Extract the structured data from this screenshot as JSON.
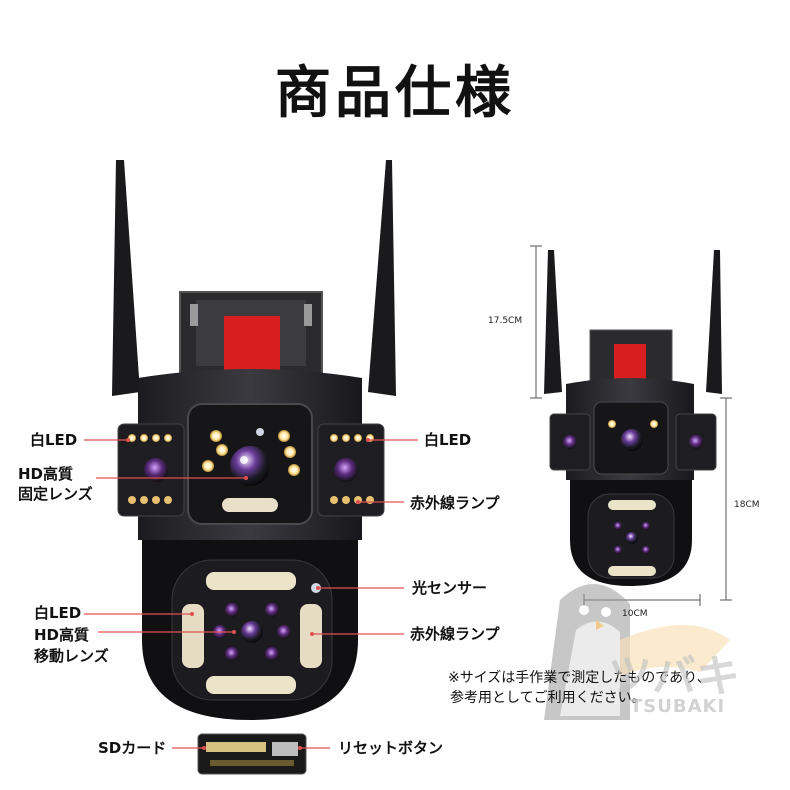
{
  "title": "商品仕様",
  "labels": {
    "white_led_left": "白LED",
    "hd_fixed_lens_line1": "HD高質",
    "hd_fixed_lens_line2": "固定レンズ",
    "white_led_right": "白LED",
    "ir_lamp_top": "赤外線ランプ",
    "light_sensor": "光センサー",
    "white_led_lower": "白LED",
    "hd_moving_lens_line1": "HD高質",
    "hd_moving_lens_line2": "移動レンズ",
    "ir_lamp_lower": "赤外線ランプ",
    "sd_card": "SDカード",
    "reset_button": "リセットボタン"
  },
  "dimensions": {
    "height_top": "17.5CM",
    "height_bottom": "18CM",
    "width": "10CM"
  },
  "note": {
    "line1": "※サイズは手作業で測定したものであり、",
    "line2": "参考用としてご利用ください。"
  },
  "watermark": {
    "kana": "ツバキ",
    "roman": "TSUBAKI"
  },
  "colors": {
    "camera_body": "#2a2a2e",
    "accent_red": "#d81e1e",
    "leader_line": "#e05050",
    "watermark": "#bfbfbf"
  }
}
